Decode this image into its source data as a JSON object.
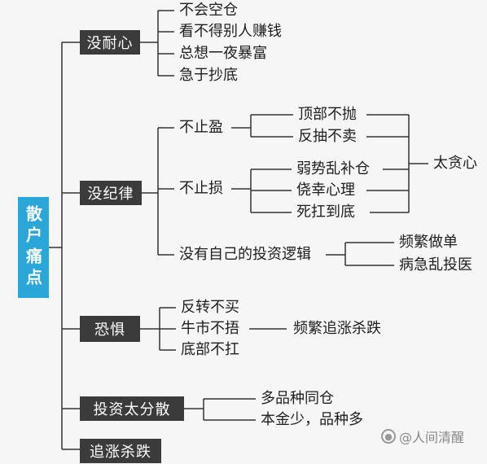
{
  "root": "散户痛点",
  "categories": {
    "impatient": "没耐心",
    "undisciplined": "没纪律",
    "fear": "恐惧",
    "diversified": "投资太分散",
    "chase": "追涨杀跌"
  },
  "impatient_items": [
    "不会空仓",
    "看不得别人赚钱",
    "总想一夜暴富",
    "急于抄底"
  ],
  "undisciplined": {
    "no_take_profit": "不止盈",
    "no_take_profit_items": [
      "顶部不抛",
      "反抽不卖"
    ],
    "no_stop_loss": "不止损",
    "no_stop_loss_items": [
      "弱势乱补仓",
      "侥幸心理",
      "死扛到底"
    ],
    "greed": "太贪心",
    "no_logic": "没有自己的投资逻辑",
    "no_logic_items": [
      "频繁做单",
      "病急乱投医"
    ]
  },
  "fear_items": [
    "反转不买",
    "牛市不捂",
    "底部不扛"
  ],
  "fear_result": "频繁追涨杀跌",
  "diversified_items": [
    "多品种同仓",
    "本金少，品种多"
  ],
  "watermark": "@人间清醒"
}
